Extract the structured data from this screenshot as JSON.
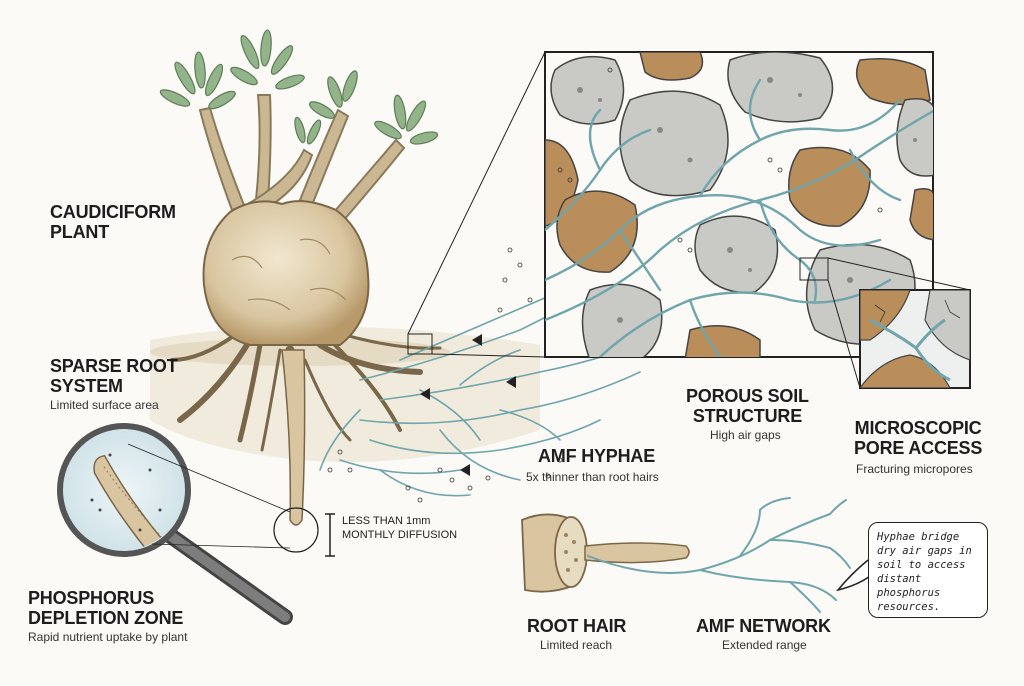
{
  "labels": {
    "caudiciform_title": "CAUDICIFORM\nPLANT",
    "sparse_root_title": "SPARSE ROOT\nSYSTEM",
    "sparse_root_sub": "Limited surface area",
    "phosphorus_title": "PHOSPHORUS\nDEPLETION ZONE",
    "phosphorus_sub": "Rapid nutrient uptake by plant",
    "diffusion_text": "LESS THAN 1mm\nMONTHLY DIFFUSION",
    "porous_title": "POROUS SOIL\nSTRUCTURE",
    "porous_sub": "High air gaps",
    "amf_hyphae_title": "AMF HYPHAE",
    "amf_hyphae_sub": "5x thinner than root hairs",
    "micro_title": "MICROSCOPIC\nPORE ACCESS",
    "micro_sub": "Fracturing micropores",
    "root_hair_title": "ROOT HAIR",
    "root_hair_sub": "Limited reach",
    "amf_network_title": "AMF NETWORK",
    "amf_network_sub": "Extended range",
    "note_text": "Hyphae bridge dry air gaps in soil to access distant phosphorus resources."
  },
  "colors": {
    "hyphae": "#7fb3b8",
    "caudex": "#d9c6a1",
    "leaf": "#93b38a",
    "stone": "#c9c9c6",
    "clay": "#b98e5a",
    "ink": "#1d1d1d"
  }
}
